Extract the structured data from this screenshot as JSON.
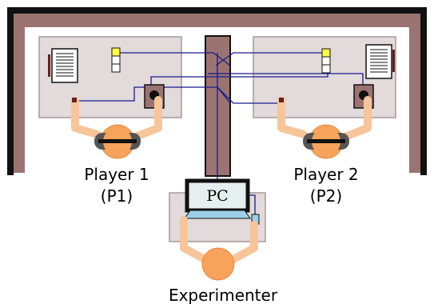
{
  "labels": {
    "player1_name": "Player 1",
    "player1_code": "(P1)",
    "player2_name": "Player 2",
    "player2_code": "(P2)",
    "computer": "PC",
    "experimenter": "Experimenter"
  },
  "colors": {
    "outer_wall": "#111111",
    "wall_fill": "#9b7471",
    "partition": "#9b7471",
    "desk": "#e2dadb",
    "desk_border": "#a89898",
    "wire": "#1a1a8c",
    "head": "#f7a35c",
    "arm": "#f7c59a",
    "headphone": "#555555",
    "sensor": "#ffff44",
    "screen": "#e6efef",
    "keyboard": "#9ad0e8"
  }
}
